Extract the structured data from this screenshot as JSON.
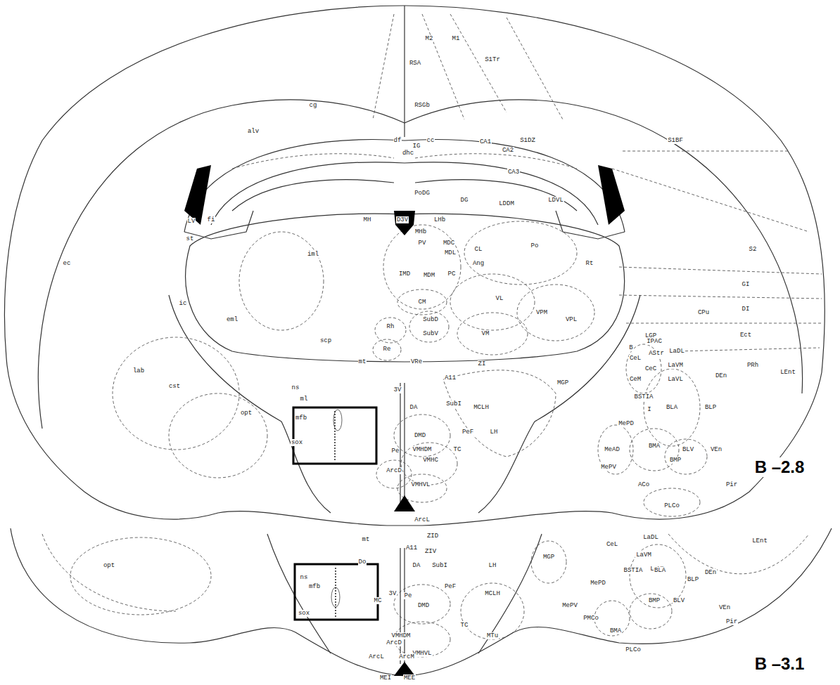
{
  "diagram": {
    "labels": [
      "M2",
      "M1",
      "S1Tr",
      "RSA",
      "RSGb",
      "S1DZ",
      "S1BF",
      "cg",
      "alv",
      "IG",
      "df",
      "cc",
      "dhc",
      "CA1",
      "CA2",
      "CA3",
      "PoDG",
      "DG",
      "LDDM",
      "LDVL",
      "MH",
      "D3V",
      "LHb",
      "MHb",
      "PV",
      "MDC",
      "MDL",
      "CL",
      "Ang",
      "Po",
      "Rt",
      "S2",
      "GI",
      "DI",
      "Ect",
      "PRh",
      "LEnt",
      "ec",
      "LV",
      "fi",
      "st",
      "iml",
      "IMD",
      "MDM",
      "PC",
      "CM",
      "VL",
      "VPM",
      "VPL",
      "CPu",
      "ic",
      "eml",
      "Rh",
      "SubD",
      "SubV",
      "VM",
      "LGP",
      "B",
      "IPAC",
      "scp",
      "Re",
      "lab",
      "cst",
      "mt",
      "VRe",
      "ZI",
      "MGP",
      "CeL",
      "AStr",
      "LaDL",
      "CeM",
      "CeC",
      "LaVM",
      "LaVL",
      "DEn",
      "ns",
      "A11",
      "opt",
      "ml",
      "mfb",
      "3V",
      "DA",
      "SubI",
      "MCLH",
      "PeF",
      "LH",
      "DMD",
      "BSTIA",
      "I",
      "BLA",
      "BLP",
      "MePD",
      "VMHDM",
      "TC",
      "VMHC",
      "MeAD",
      "BMA",
      "BLV",
      "VEn",
      "Pe",
      "sox",
      "ArcD",
      "MePV",
      "BMP",
      "ACo",
      "Pir",
      "VMHVL",
      "PLCo",
      "ArcL",
      "B –2.8",
      "ZID",
      "mt",
      "A11",
      "ZIV",
      "MGP",
      "CeL",
      "LaDL",
      "LEnt",
      "LaVM",
      "LaVL",
      "DEn",
      "opt",
      "Do",
      "DA",
      "SubI",
      "LH",
      "BSTIA",
      "BLA",
      "BLP",
      "PeF",
      "MCLH",
      "3V",
      "Pe",
      "DMD",
      "ns",
      "mfb",
      "MePD",
      "sox",
      "MC",
      "BMP",
      "BLV",
      "VEn",
      "MePV",
      "Pir",
      "TC",
      "MTu",
      "VMHDM",
      "VMHVL",
      "PMCo",
      "BMA",
      "ArcD",
      "PLCo",
      "ArcM",
      "ArcL",
      "MEI",
      "MEE",
      "B –3.1"
    ]
  }
}
